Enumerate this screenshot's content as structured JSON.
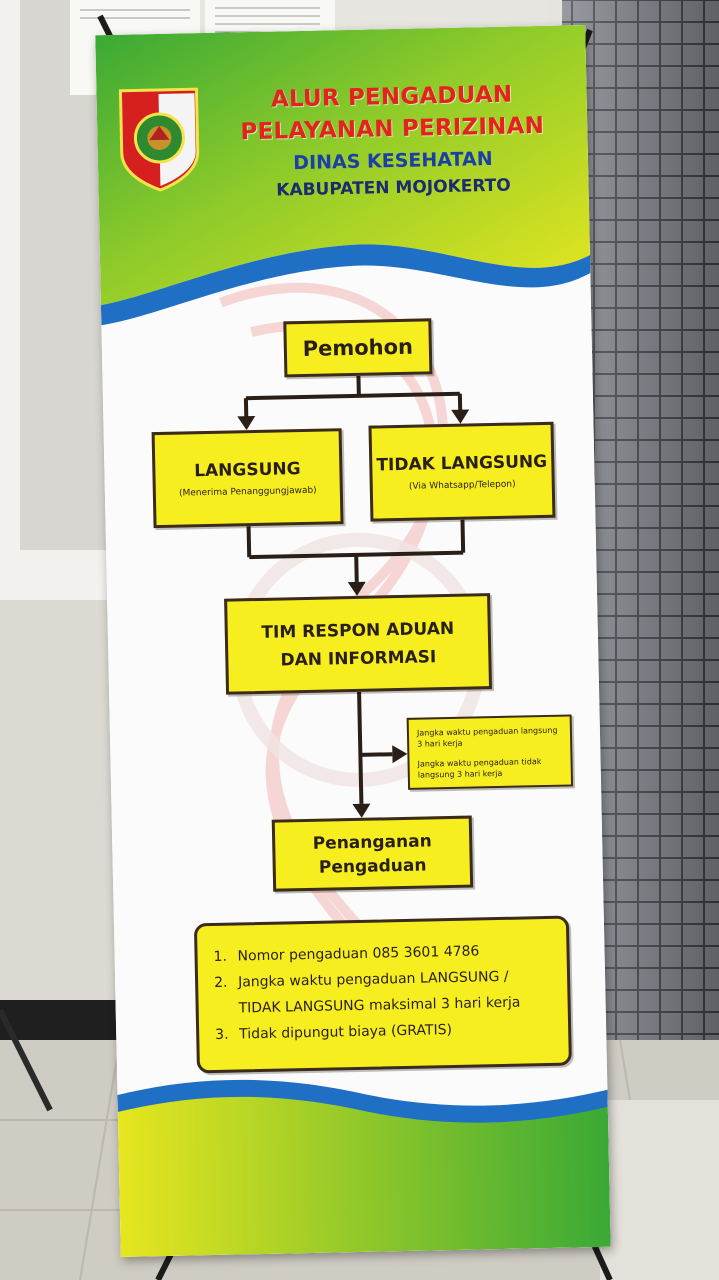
{
  "header": {
    "title_line1": "ALUR PENGADUAN",
    "title_line2": "PELAYANAN PERIZINAN",
    "subtitle_line1": "DINAS KESEHATAN",
    "subtitle_line2": "KABUPATEN MOJOKERTO"
  },
  "flow": {
    "pemohon": "Pemohon",
    "langsung_title": "LANGSUNG",
    "langsung_sub": "(Menerima Penanggungjawab)",
    "tidak_title": "TIDAK LANGSUNG",
    "tidak_sub": "(Via Whatsapp/Telepon)",
    "tim_line1": "TIM RESPON ADUAN",
    "tim_line2": "DAN INFORMASI",
    "jangka": [
      "Jangka waktu pengaduan langsung 3 hari kerja",
      "Jangka waktu pengaduan tidak langsung 3 hari kerja"
    ],
    "penanganan_line1": "Penanganan",
    "penanganan_line2": "Pengaduan"
  },
  "info": [
    {
      "num": "1.",
      "text": "Nomor pengaduan 085 3601 4786"
    },
    {
      "num": "2.",
      "text": "Jangka waktu pengaduan LANGSUNG / TIDAK LANGSUNG maksimal 3 hari kerja"
    },
    {
      "num": "3.",
      "text": "Tidak dipungut biaya (GRATIS)"
    }
  ],
  "colors": {
    "banner_green": "#3aa935",
    "banner_yellow": "#e6e61f",
    "wave_blue": "#1f6fc4",
    "box_yellow": "#f6ee1f",
    "title_red": "#e3231d",
    "subtitle_blue": "#1b3fa7"
  },
  "icons": [
    "regency-emblem-icon",
    "arrow-down-icon",
    "arrow-right-icon"
  ]
}
